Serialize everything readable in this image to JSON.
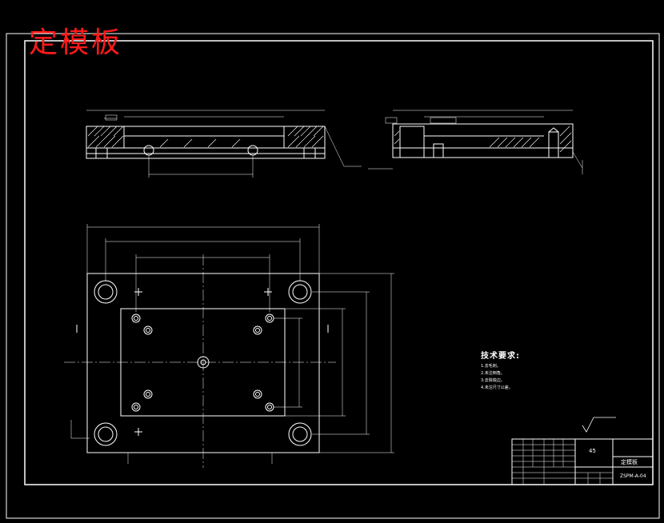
{
  "drawing_title": "定模板",
  "tech_requirements": {
    "heading": "技术要求:",
    "items": [
      "1.去毛刺。",
      "2.未注倒角。",
      "3.去除锐边。",
      "4.未注尺寸公差。"
    ]
  },
  "title_block": {
    "quantity": "45",
    "part_name": "定模板",
    "drawing_number": "ZSPM-A-04"
  },
  "colors": {
    "background": "#000000",
    "lines": "#ffffff",
    "title": "#ff1a1a",
    "center_lines": "#ffffff"
  }
}
